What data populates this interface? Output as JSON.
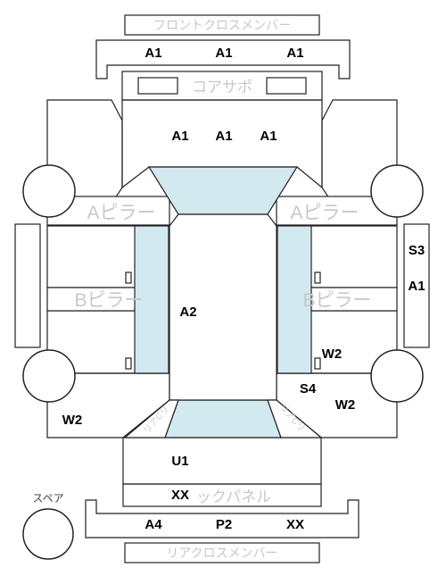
{
  "labels": {
    "front_cross_member": "フロントクロスメンバー",
    "core_support": "コアサポ",
    "a_pillar_left": "Aピラー",
    "a_pillar_right": "Aピラー",
    "b_pillar_left": "Bピラー",
    "b_pillar_right": "Bピラー",
    "back_panel": "ックパネル",
    "rear_cross_member": "リアクロスメンバー",
    "spare": "スペア",
    "left_rear_small": "リアCリ",
    "right_rear_small": "リアCリ"
  },
  "codes": {
    "front_cross_left": "A1",
    "front_cross_mid": "A1",
    "front_cross_right": "A1",
    "hood_left": "A1",
    "hood_mid": "A1",
    "hood_right": "A1",
    "roof": "A2",
    "right_side_s3": "S3",
    "right_side_a1": "A1",
    "right_w2_upper": "W2",
    "right_s4": "S4",
    "right_w2_lower": "W2",
    "left_w2": "W2",
    "trunk": "U1",
    "back_panel": "XX",
    "rear_left": "A4",
    "rear_mid": "P2",
    "rear_right": "XX"
  },
  "colors": {
    "glass": "#d2e9f0",
    "stroke": "#222222",
    "label_grey": "#c8c8c8"
  }
}
